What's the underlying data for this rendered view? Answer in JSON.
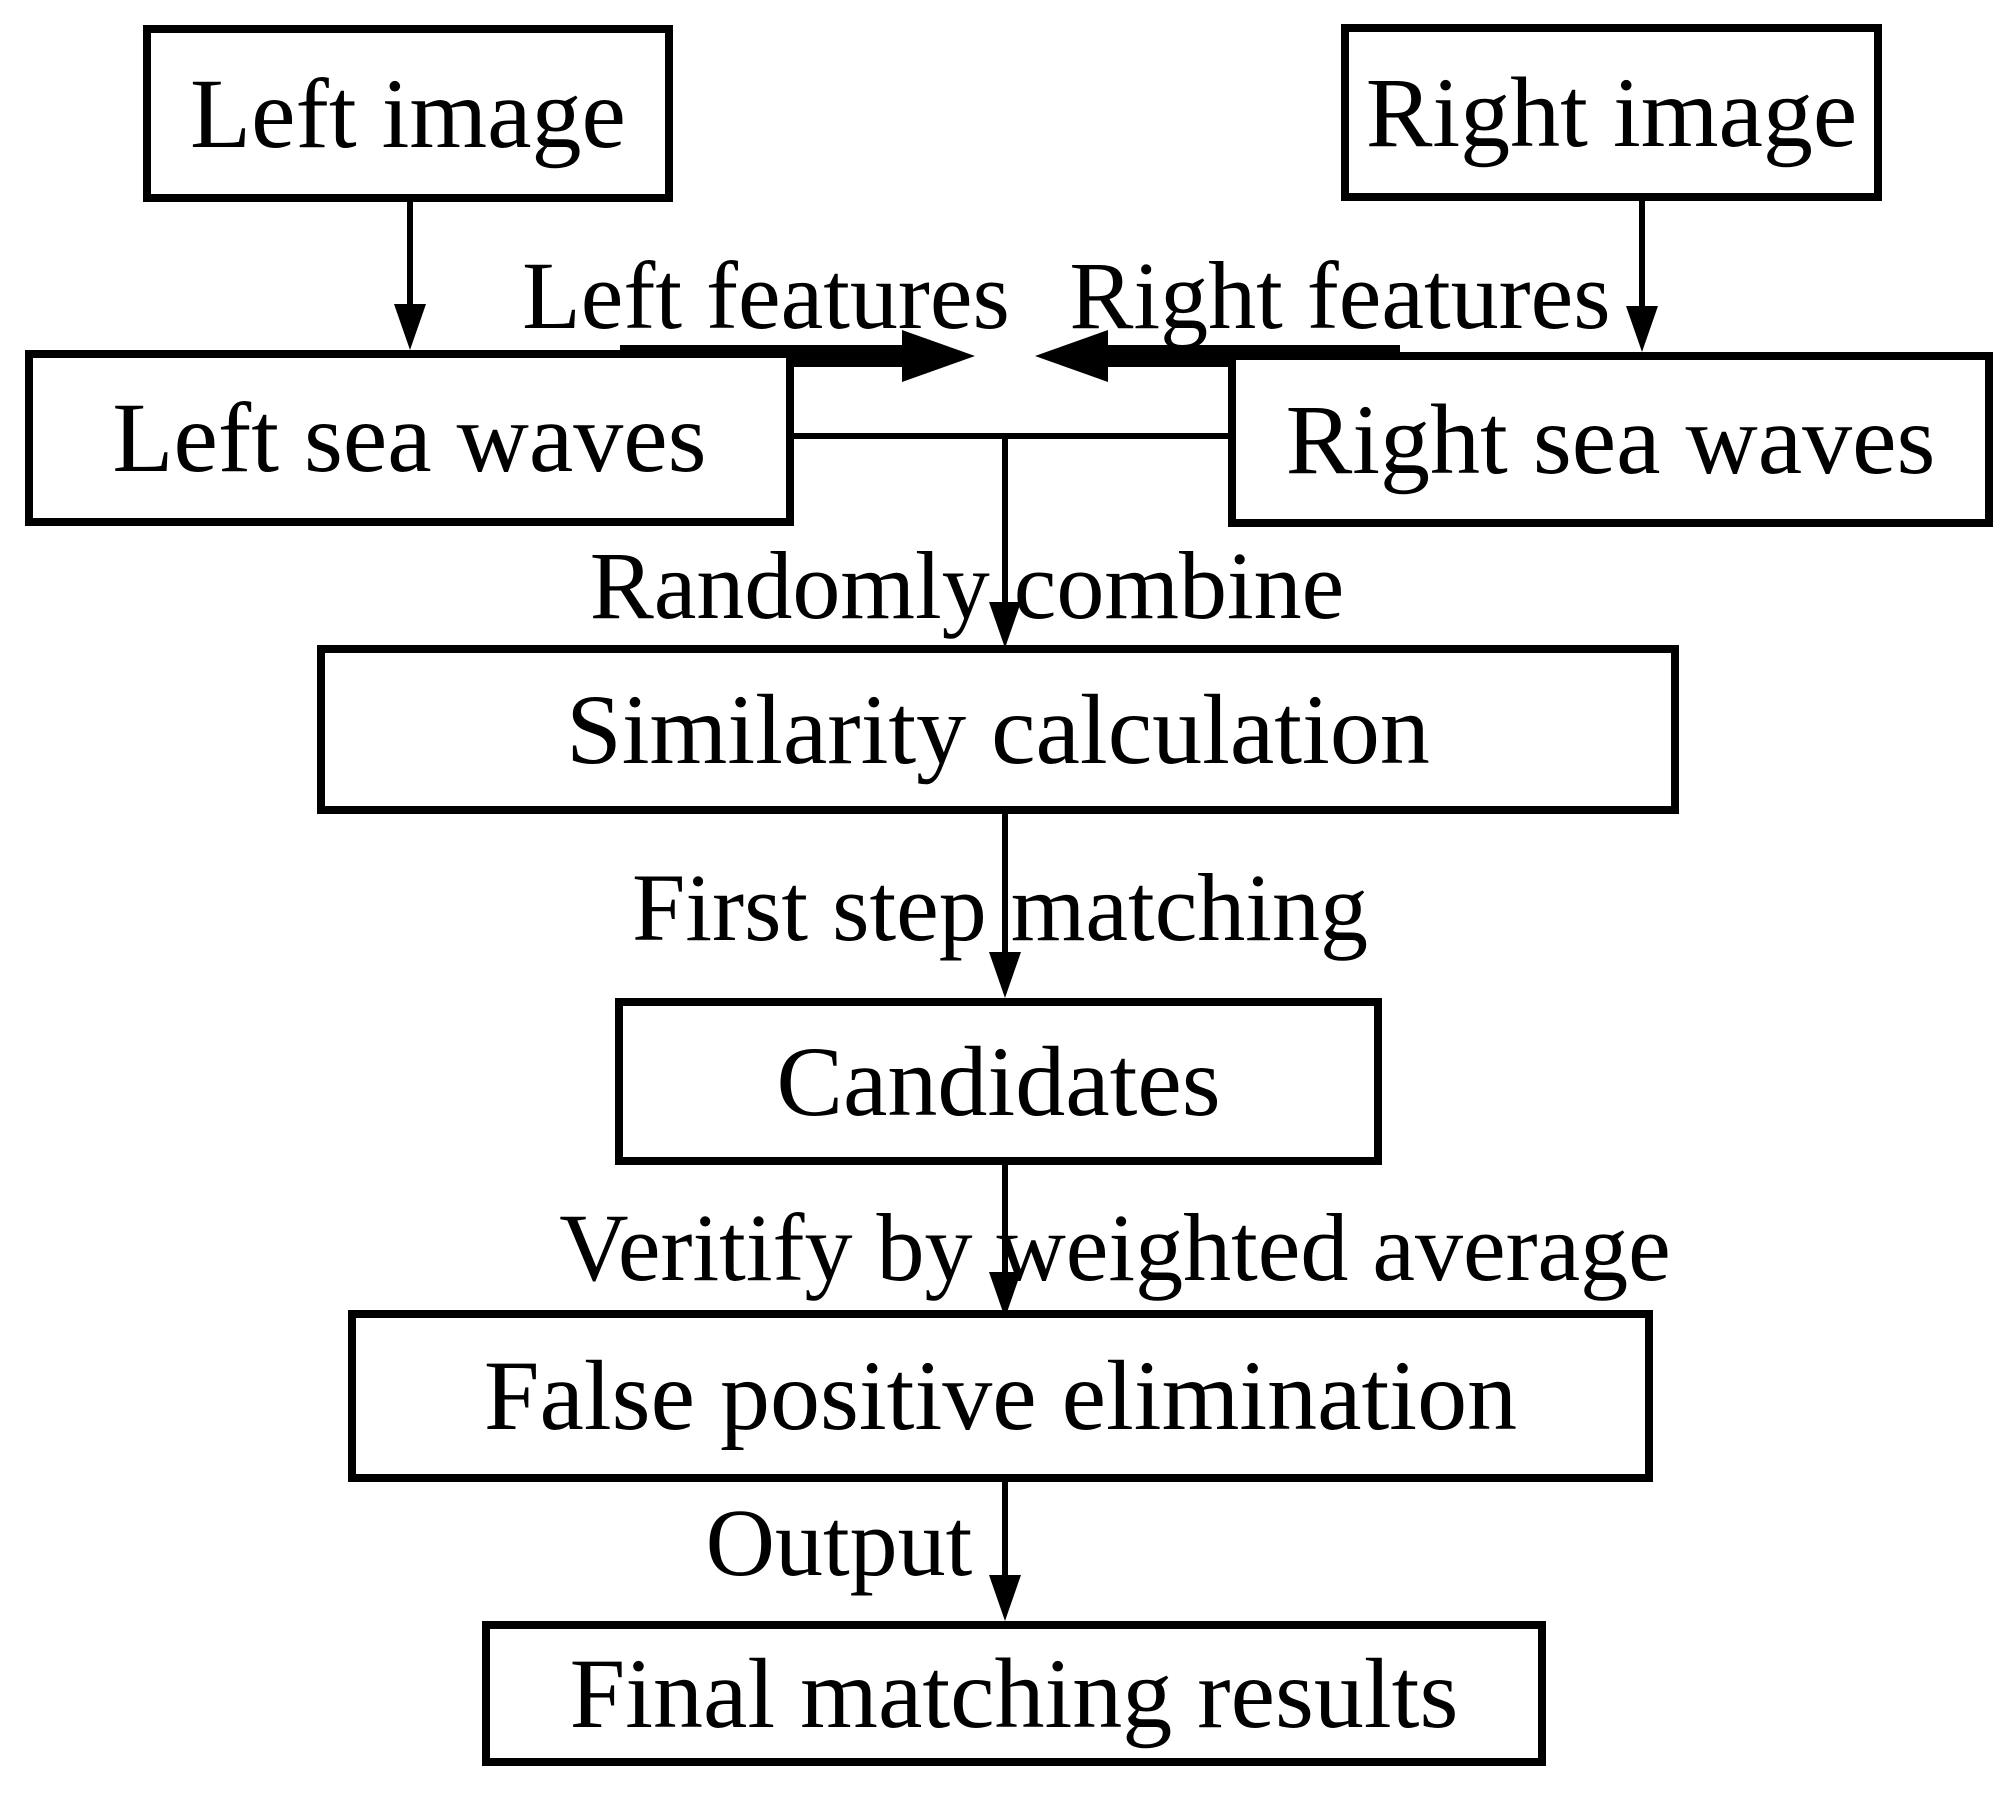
{
  "diagram": {
    "type": "flowchart",
    "colors": {
      "ink": "#000000",
      "background": "#ffffff"
    },
    "nodes": {
      "left_image": {
        "label": "Left image"
      },
      "right_image": {
        "label": "Right image"
      },
      "left_sea_waves": {
        "label": "Left sea waves"
      },
      "right_sea_waves": {
        "label": "Right sea waves"
      },
      "similarity_calculation": {
        "label": "Similarity calculation"
      },
      "candidates": {
        "label": "Candidates"
      },
      "false_positive_elimination": {
        "label": "False positive elimination"
      },
      "final_matching_results": {
        "label": "Final matching results"
      }
    },
    "edge_labels": {
      "left_features": "Left features",
      "right_features": "Right features",
      "randomly_combine": "Randomly combine",
      "first_step_matching": "First step matching",
      "verify_by_weighted_average": "Veritify by weighted average",
      "output": "Output"
    }
  }
}
